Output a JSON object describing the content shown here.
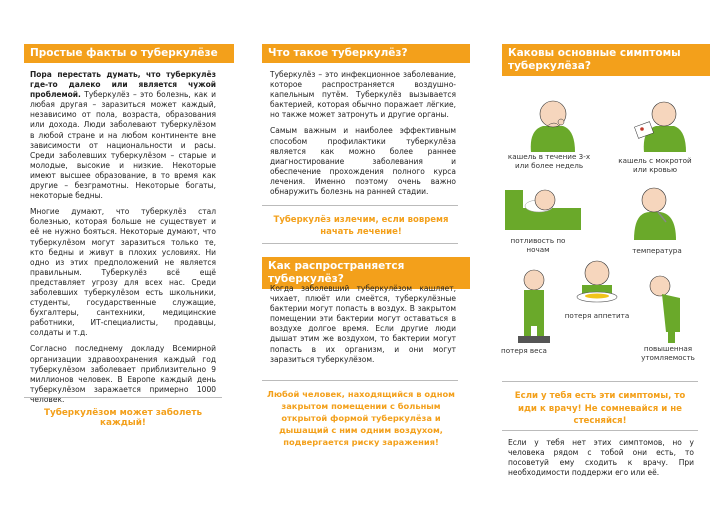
{
  "col1": {
    "title": "Простые факты о туберкулёзе",
    "lead": "Пора перестать думать, что туберкулёз где-то далеко или является чужой проблемой.",
    "p1": "Туберкулёз – это болезнь, как и любая другая – заразиться может каждый, независимо от пола, возраста, образования или дохода. Люди заболевают туберкулёзом в любой стране и на любом континенте вне зависимости от национальности и расы. Среди заболевших туберкулёзом – старые и молодые, высокие и низкие. Некоторые имеют высшее образование, в то время как другие – безграмотны. Некоторые богаты, некоторые бедны.",
    "p2": "Многие думают, что туберкулёз стал болезнью, которая больше не существует и её не нужно бояться. Некоторые думают, что туберкулёзом могут заразиться только те, кто бедны и живут в плохих условиях. Ни одно из этих предположений не является правильным. Туберкулёз всё ещё представляет угрозу для всех нас. Среди заболевших туберкулёзом есть школьники, студенты, государственные служащие, бухгалтеры, сантехники, медицинские работники, ИТ-специалисты, продавцы, солдаты и т.д.",
    "p3": "Согласно последнему докладу Всемирной организации здравоохранения каждый год туберкулёзом заболевает приблизительно 9 миллионов человек. В Европе каждый день туберкулёзом заражается примерно 1000 человек.",
    "slogan": "Туберкулёзом может заболеть каждый!"
  },
  "col2": {
    "title": "Что такое туберкулёз?",
    "p1": "Туберкулёз – это инфекционное заболевание, которое распространяется воздушно-капельным путём. Туберкулёз вызывается бактерией, которая обычно поражает лёгкие, но также может затронуть и другие органы.",
    "p2": "Самым важным и наиболее эффективным способом профилактики туберкулёза является как можно более раннее диагностирование заболевания и обеспечение прохождения полного курса лечения. Именно поэтому очень важно обнаружить болезнь на ранней стадии.",
    "slogan": "Туберкулёз излечим, если вовремя начать лечение!",
    "title2": "Как распространяется туберкулёз?",
    "p3": "Когда заболевший туберкулёзом кашляет, чихает, плюёт или смеётся, туберкулёзные бактерии могут попасть в воздух. В закрытом помещении эти бактерии могут оставаться в воздухе долгое время. Если другие люди дышат этим же воздухом, то бактерии могут попасть в их организм, и они могут заразиться туберкулёзом.",
    "slogan2": "Любой человек, находящийся в одном закрытом помещении с больным открытой формой туберкулёза и дышащий с ним одним воздухом, подвергается риску заражения!"
  },
  "col3": {
    "title": "Каковы основные симптомы туберкулёза?",
    "symptoms": [
      "кашель в течение 3-х или более недель",
      "кашель с мокротой или кровью",
      "потливость по ночам",
      "температура",
      "потеря аппетита",
      "потеря веса",
      "повышенная утомляемость"
    ],
    "slogan": "Если у тебя есть эти симптомы, то иди к врачу! Не сомневайся и не стесняйся!",
    "p1": "Если у тебя нет этих симптомов, но у человека рядом с тобой они есть, то посоветуй ему сходить к врачу. При необходимости поддержи его или её."
  },
  "colors": {
    "accent": "#f3a01b",
    "green": "#6aa92a"
  }
}
